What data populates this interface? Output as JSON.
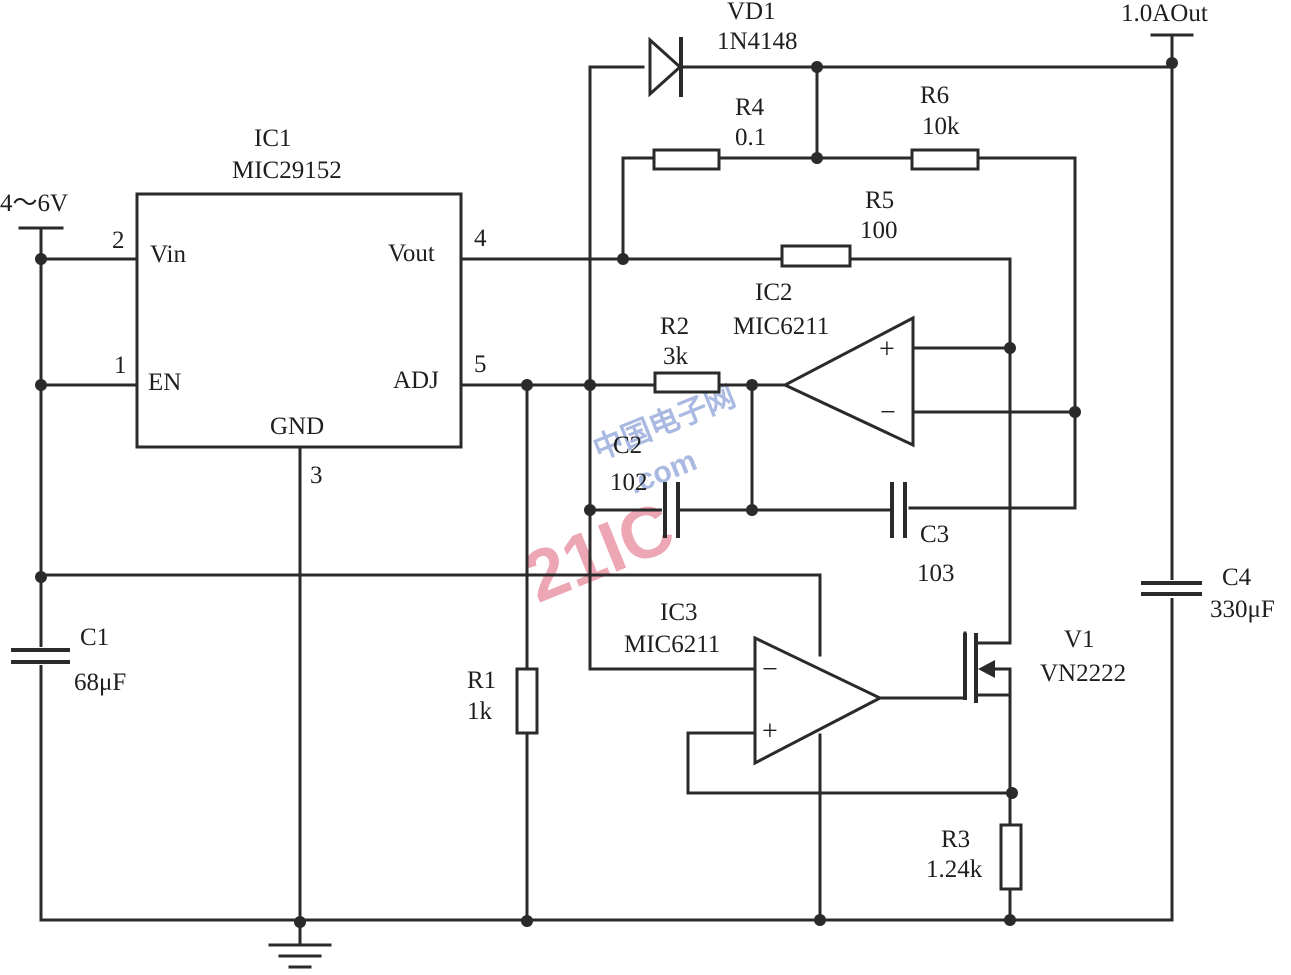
{
  "diagram": {
    "title": "MIC29152 1.0A constant-current regulator circuit",
    "colors": {
      "ink": "#2a2a2a",
      "watermark_red": "#e8899a",
      "watermark_blue": "#8ea2d8"
    },
    "supply": {
      "input_label": "4～6V",
      "output_label": "1.0AOut"
    },
    "ic1": {
      "ref": "IC1",
      "part": "MIC29152",
      "pins": {
        "vin": {
          "num": "2",
          "name": "Vin"
        },
        "en": {
          "num": "1",
          "name": "EN"
        },
        "vout": {
          "num": "4",
          "name": "Vout"
        },
        "adj": {
          "num": "5",
          "name": "ADJ"
        },
        "gnd": {
          "num": "3",
          "name": "GND"
        }
      }
    },
    "ic2": {
      "ref": "IC2",
      "part": "MIC6211",
      "plus": "+",
      "minus": "−"
    },
    "ic3": {
      "ref": "IC3",
      "part": "MIC6211",
      "plus": "+",
      "minus": "−"
    },
    "vd1": {
      "ref": "VD1",
      "part": "1N4148"
    },
    "v1": {
      "ref": "V1",
      "part": "VN2222"
    },
    "resistors": {
      "r1": {
        "ref": "R1",
        "value": "1k"
      },
      "r2": {
        "ref": "R2",
        "value": "3k"
      },
      "r3": {
        "ref": "R3",
        "value": "1.24k"
      },
      "r4": {
        "ref": "R4",
        "value": "0.1"
      },
      "r5": {
        "ref": "R5",
        "value": "100"
      },
      "r6": {
        "ref": "R6",
        "value": "10k"
      }
    },
    "capacitors": {
      "c1": {
        "ref": "C1",
        "value": "68μF"
      },
      "c2": {
        "ref": "C2",
        "value": "102"
      },
      "c3": {
        "ref": "C3",
        "value": "103"
      },
      "c4": {
        "ref": "C4",
        "value": "330μF"
      }
    },
    "watermark": {
      "main": "21IC",
      "cn": "中国电子网",
      "suffix": ".com"
    }
  }
}
